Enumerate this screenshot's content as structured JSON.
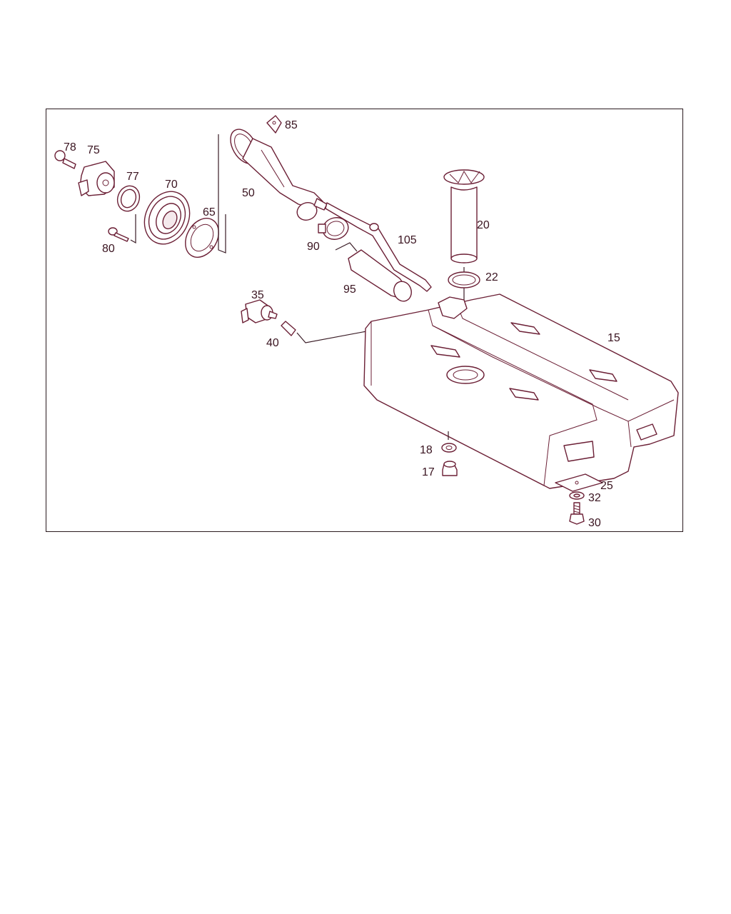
{
  "callouts": [
    {
      "id": "78",
      "label": "78"
    },
    {
      "id": "75",
      "label": "75"
    },
    {
      "id": "77",
      "label": "77"
    },
    {
      "id": "70",
      "label": "70"
    },
    {
      "id": "65",
      "label": "65"
    },
    {
      "id": "80",
      "label": "80"
    },
    {
      "id": "85",
      "label": "85"
    },
    {
      "id": "50",
      "label": "50"
    },
    {
      "id": "90",
      "label": "90"
    },
    {
      "id": "105",
      "label": "105"
    },
    {
      "id": "95",
      "label": "95"
    },
    {
      "id": "20",
      "label": "20"
    },
    {
      "id": "22",
      "label": "22"
    },
    {
      "id": "35",
      "label": "35"
    },
    {
      "id": "40",
      "label": "40"
    },
    {
      "id": "15",
      "label": "15"
    },
    {
      "id": "18",
      "label": "18"
    },
    {
      "id": "17",
      "label": "17"
    },
    {
      "id": "25",
      "label": "25"
    },
    {
      "id": "32",
      "label": "32"
    },
    {
      "id": "30",
      "label": "30"
    }
  ],
  "colors": {
    "line": "#6b1f35",
    "text": "#3a1420",
    "frame": "#2a1a1f"
  }
}
